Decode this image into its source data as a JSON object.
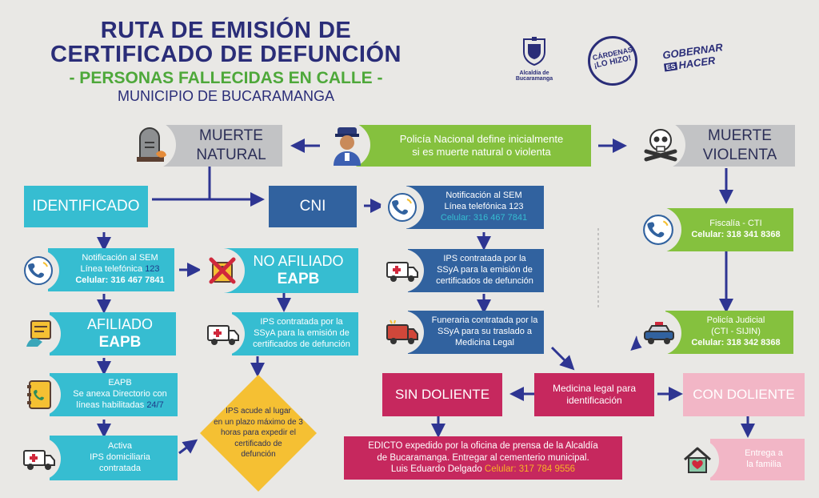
{
  "header": {
    "line1": "RUTA DE EMISIÓN DE",
    "line2": "CERTIFICADO DE DEFUNCIÓN",
    "line3": "- PERSONAS FALLECIDAS EN CALLE -",
    "line4": "MUNICIPIO DE BUCARAMANGA"
  },
  "logos": {
    "alcaldia_line1": "Alcaldía de",
    "alcaldia_line2": "Bucaramanga",
    "cardenas_line1": "CÁRDENAS",
    "cardenas_line2": "¡LO HIZO!",
    "gobernar_line1": "GOBERNAR",
    "gobernar_line2": "ES",
    "gobernar_line3": "HACER"
  },
  "policia": {
    "line1": "Policía Nacional define inicialmente",
    "line2": "si es muerte natural o violenta"
  },
  "muerte_natural": {
    "line1": "MUERTE",
    "line2": "NATURAL"
  },
  "muerte_violenta": {
    "line1": "MUERTE",
    "line2": "VIOLENTA"
  },
  "identificado": "IDENTIFICADO",
  "cni": "CNI",
  "notif_left": {
    "line1": "Notificación al SEM",
    "line2_a": "Línea telefónica ",
    "line2_b": "123",
    "line3_a": "Celular: ",
    "line3_b": "316 467 7841"
  },
  "no_afiliado": {
    "line1": "NO AFILIADO",
    "line2": "EAPB"
  },
  "afiliado": {
    "line1": "AFILIADO",
    "line2": "EAPB"
  },
  "ips_left": {
    "line1": "IPS contratada por la",
    "line2": "SSyA para la emisión de",
    "line3": "certificados de defunción"
  },
  "eapb": {
    "line1": "EAPB",
    "line2": "Se anexa Directorio con",
    "line3_a": "líneas habilitadas ",
    "line3_b": "24/7"
  },
  "activa": {
    "line1": "Activa",
    "line2": "IPS domiciliaria",
    "line3": "contratada"
  },
  "diamond": {
    "line1": "IPS acude al lugar",
    "line2": "en un plazo máximo de 3",
    "line3": "horas para expedir el",
    "line4": "certificado de",
    "line5": "defunción"
  },
  "notif_cni": {
    "line1": "Notificación al SEM",
    "line2": "Línea telefónica 123",
    "line3": "Celular: 316 467 7841"
  },
  "ips_cni": {
    "line1": "IPS contratada por la",
    "line2": "SSyA para la emisión de",
    "line3": "certificados de defunción"
  },
  "funeraria": {
    "line1": "Funeraria contratada por la",
    "line2": "SSyA para su traslado a",
    "line3": "Medicina Legal"
  },
  "fiscalia": {
    "line1": "Fiscalía - CTI",
    "line2_a": "Celular: ",
    "line2_b": "318 341 8368"
  },
  "policia_judicial": {
    "line1": "Policía Judicial",
    "line2": "(CTI - SIJIN)",
    "line3_a": "Celular: ",
    "line3_b": " 318 342 8368"
  },
  "medicina_legal": {
    "line1": "Medicina legal para",
    "line2": "identificación"
  },
  "sin_doliente": "SIN DOLIENTE",
  "con_doliente": "CON DOLIENTE",
  "edicto": {
    "line1": "EDICTO expedido por la oficina de prensa de la Alcaldía",
    "line2": "de Bucaramanga. Entregar al cementerio municipal.",
    "line3_a": "Luis Eduardo Delgado ",
    "line3_b": "Celular: 317 784 9556"
  },
  "entrega": {
    "line1": "Entrega a",
    "line2": "la familia"
  },
  "icons": [
    "tombstone-icon",
    "police-officer-icon",
    "skull-crossbones-icon",
    "phone-icon",
    "no-id-card-icon",
    "id-card-icon",
    "phonebook-icon",
    "ambulance-icon",
    "police-car-icon",
    "truck-icon",
    "house-heart-icon"
  ],
  "colors": {
    "teal": "#36bdd1",
    "navy": "#31629f",
    "green": "#85c13e",
    "grey": "#c2c3c5",
    "crimson": "#c6285e",
    "pink": "#f2b6c6",
    "diamond": "#f5c033",
    "title": "#2a2d78",
    "subtitle_green": "#4ea83a"
  }
}
